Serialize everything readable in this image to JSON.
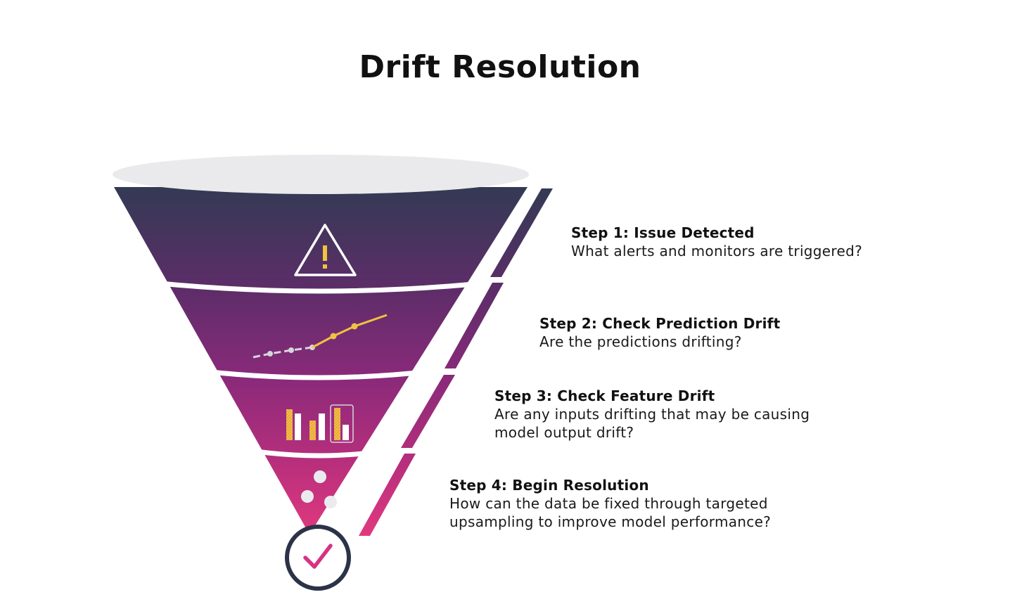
{
  "title": "Drift Resolution",
  "steps": [
    {
      "title": "Step 1: Issue Detected",
      "desc_lines": [
        "What alerts and monitors are triggered?"
      ],
      "icon": "warning-triangle-icon"
    },
    {
      "title": "Step 2: Check Prediction Drift",
      "desc_lines": [
        "Are the predictions drifting?"
      ],
      "icon": "trend-line-icon"
    },
    {
      "title": "Step 3: Check Feature Drift",
      "desc_lines": [
        "Are any inputs drifting that may be causing",
        "model output drift?"
      ],
      "icon": "bar-chart-icon"
    },
    {
      "title": "Step 4: Begin Resolution",
      "desc_lines": [
        "How can the data be fixed through targeted",
        "upsampling to improve model performance?"
      ],
      "icon": "dots-icon"
    }
  ],
  "end_icon": "checkmark-circle-icon",
  "colors": {
    "funnel_top": "#333a54",
    "funnel_mid": "#7d2a78",
    "funnel_bottom": "#e0397f",
    "accent_yellow": "#f0c23f",
    "checkmark": "#d63384",
    "circle_stroke": "#2c3248"
  }
}
